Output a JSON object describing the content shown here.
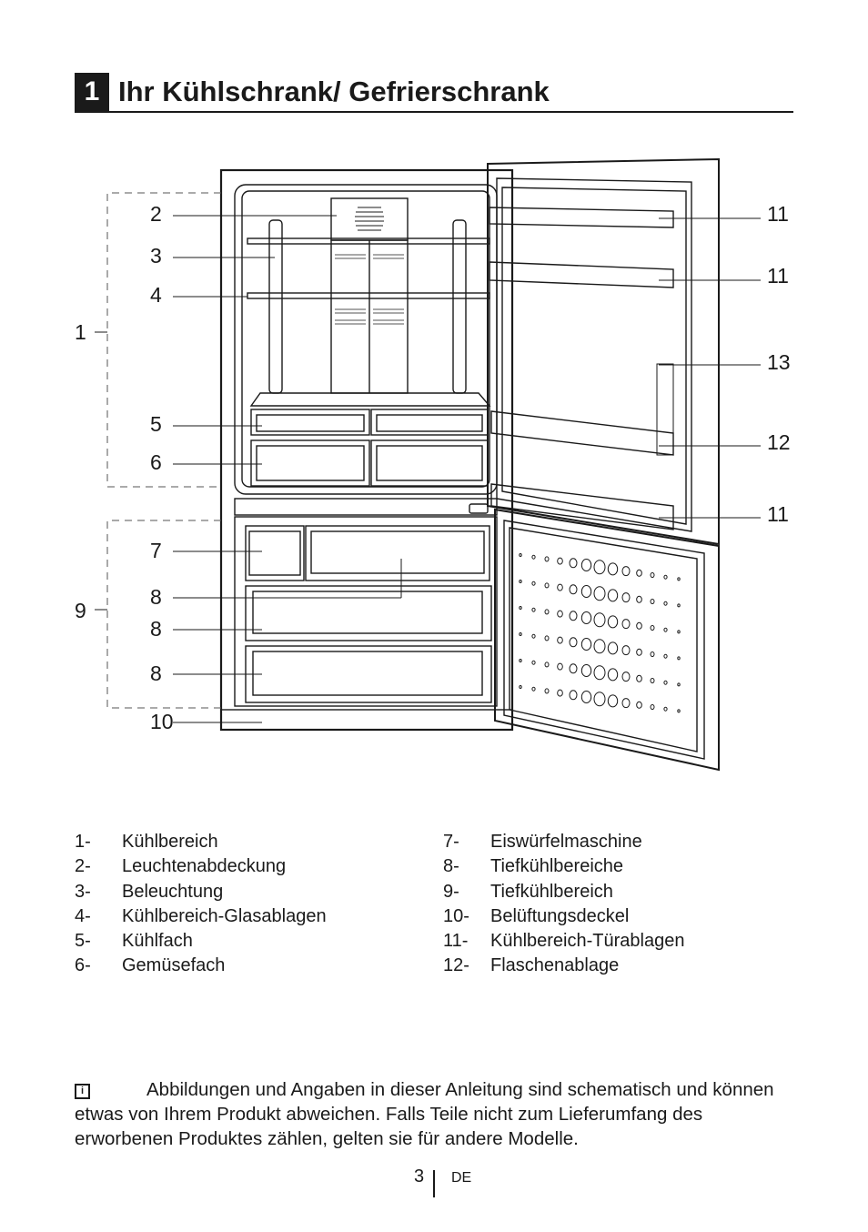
{
  "heading": {
    "number": "1",
    "title": "Ihr Kühlschrank/ Gefrierschrank"
  },
  "diagram": {
    "labels": {
      "l1": "1",
      "l2": "2",
      "l3": "3",
      "l4": "4",
      "l5": "5",
      "l6": "6",
      "l7": "7",
      "l8a": "8",
      "l8b": "8",
      "l8c": "8",
      "l9": "9",
      "l10": "10",
      "l11a": "11",
      "l11b": "11",
      "l11c": "11",
      "l12": "12",
      "l13": "13"
    }
  },
  "legend": {
    "left": [
      {
        "num": "1-",
        "text": "Kühlbereich"
      },
      {
        "num": "2-",
        "text": "Leuchtenabdeckung"
      },
      {
        "num": "3-",
        "text": "Beleuchtung"
      },
      {
        "num": "4-",
        "text": "Kühlbereich-Glasablagen"
      },
      {
        "num": "5-",
        "text": "Kühlfach"
      },
      {
        "num": "6-",
        "text": "Gemüsefach"
      }
    ],
    "right": [
      {
        "num": "7-",
        "text": "Eiswürfelmaschine"
      },
      {
        "num": "8-",
        "text": "Tiefkühlbereiche"
      },
      {
        "num": "9-",
        "text": "Tiefkühlbereich"
      },
      {
        "num": "10-",
        "text": "Belüftungsdeckel"
      },
      {
        "num": "11-",
        "text": "Kühlbereich-Türablagen"
      },
      {
        "num": "12-",
        "text": "Flaschenablage"
      }
    ]
  },
  "note": {
    "icon": "info-icon",
    "icon_glyph": "i",
    "text": "Abbildungen und Angaben in dieser Anleitung sind schematisch und können etwas von Ihrem Produkt abweichen. Falls Teile nicht zum Lieferumfang des erworbenen Produktes zählen, gelten sie für andere Modelle."
  },
  "footer": {
    "page": "3",
    "lang": "DE"
  }
}
